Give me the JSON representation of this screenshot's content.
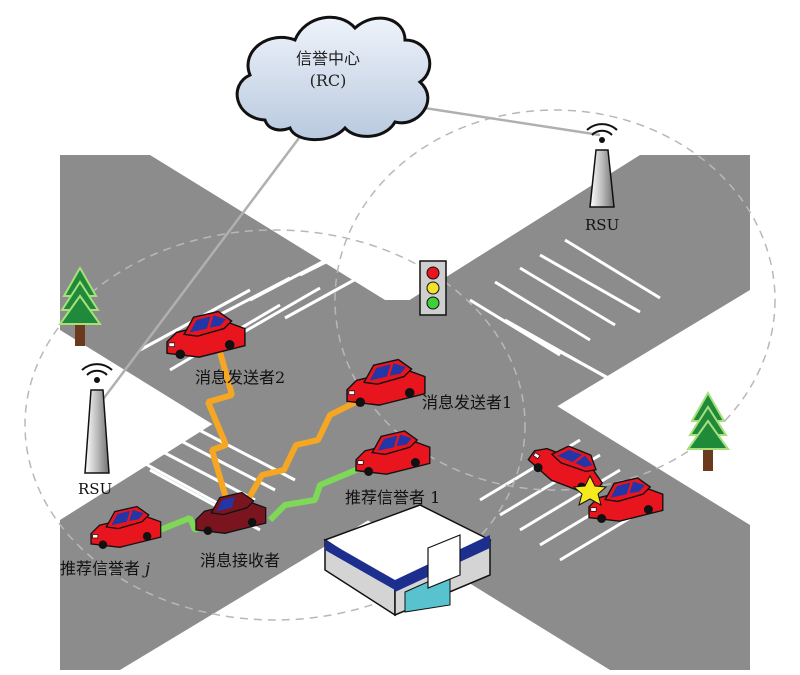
{
  "cloud": {
    "line1": "信誉中心",
    "line2": "(RC)"
  },
  "rsu_labels": {
    "right": "RSU",
    "left": "RSU"
  },
  "vehicle_labels": {
    "sender2": "消息发送者2",
    "sender1": "消息发送者1",
    "recommender1": "推荐信誉者 1",
    "recommender_j": "推荐信誉者 ",
    "recommender_j_italic": "j",
    "receiver": "消息接收者"
  },
  "colors": {
    "road": "#8c8c8c",
    "car_body": "#e8141e",
    "car_window": "#2236a8",
    "receiver_body": "#7a1520",
    "signal_orange": "#f5a623",
    "signal_green": "#7ed957",
    "tree": "#1f8a3a"
  }
}
